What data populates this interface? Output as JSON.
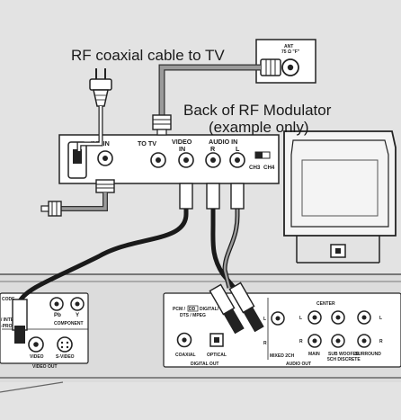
{
  "callouts": {
    "rf_cable": "RF coaxial cable to TV",
    "back_of_modulator": "Back of RF Modulator",
    "example_only": "(example only)"
  },
  "tv_panel": {
    "ant_label": "ANT",
    "ant_sub": "75 Ω \"F\""
  },
  "modulator": {
    "int_in": "INT IN",
    "to_tv": "TO TV",
    "video_in_top": "VIDEO",
    "video_in_bottom": "IN",
    "audio_in": "AUDIO  IN",
    "audio_r": "R",
    "audio_l": "L",
    "ch3": "CH3",
    "ch4": "CH4"
  },
  "player_left": {
    "interlace_1": "/ INTERLA",
    "interlace_2": "-PROGRE",
    "code": "CODE",
    "pb": "Pb",
    "y": "Y",
    "component": "COMPONENT",
    "video": "VIDEO",
    "svideo": "S-VIDEO",
    "video_out": "VIDEO OUT"
  },
  "player_right": {
    "pcm_line1": "PCM /",
    "pcm_badge": "DD",
    "pcm_line1b": "DIGITAL/",
    "pcm_line2": "DTS / MPEG",
    "coaxial": "COAXIAL",
    "optical": "OPTICAL",
    "digital_out": "DIGITAL OUT",
    "center": "CENTER",
    "l": "L",
    "r": "R",
    "mixed": "MIXED 2CH",
    "main": "MAIN",
    "subwoofer": "SUB WOOFER",
    "discrete": "5CH DISCRETE",
    "surround": "SURROUND",
    "audio_out": "AUDIO OUT"
  },
  "colors": {
    "background": "#e3e3e3",
    "panel": "#ffffff",
    "cable": "#2a2a2a",
    "rf_cable": "#8a8a8a",
    "ink": "#1a1a1a"
  }
}
